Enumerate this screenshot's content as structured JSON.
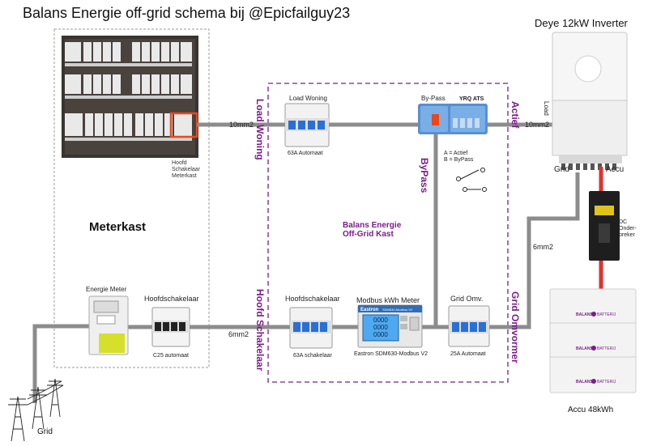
{
  "title": "Balans Energie off-grid schema bij @Epicfailguy23",
  "meterkast": {
    "label": "Meterkast",
    "main_switch_label": [
      "Hoofd",
      "Schakelaar",
      "Meterkast"
    ],
    "energy_meter_label": "Energie Meter",
    "hoofdschakelaar_label": "Hoofdschakelaar",
    "c25_label": "C25 automaat"
  },
  "cables": {
    "top": "10mm2",
    "bottom": "6mm2",
    "inverter_in": "10mm2",
    "grid_to_inverter": "6mm2"
  },
  "box": {
    "title_lines": [
      "Balans Energie",
      "Off-Grid Kast"
    ],
    "side_top_left": "Load Woning",
    "side_bottom_left": "Hoofd Schakelaar",
    "side_top_right": "Actief",
    "side_bottom_right": "Grid Omvormer",
    "bypass_vertical": "ByPass",
    "load_woning_label": "Load Woning",
    "automaat_63a": "63A  Automaat",
    "bypass_label": "By-Pass",
    "yrq_label": "YRQ ATS",
    "ats_a": "A = Actief",
    "ats_b": "B = ByPass",
    "hoofdschakelaar_label": "Hoofdschakelaar",
    "schakelaar_63a": "63A schakelaar",
    "modbus_label": "Modbus kWh Meter",
    "meter_brand": "Eastron",
    "meter_sub": "SDM630-Modbus V2",
    "meter_digits": [
      "0000",
      "0000",
      "0000"
    ],
    "eastron_label": "Eastron SDM630-Modbus V2",
    "grid_omv_label": "Grid Omv.",
    "automaat_25a": "25A Automaat"
  },
  "inverter": {
    "title": "Deye 12kW Inverter",
    "load_port": "Load",
    "grid_port": "Grid",
    "accu_port": "Accu"
  },
  "dc_breaker": {
    "label_lines": [
      "DC",
      "Onder-",
      "breker"
    ]
  },
  "battery": {
    "module_brand": "BALANS",
    "module_sub": "BATTERIJ",
    "label": "Accu 48kWh"
  },
  "grid": {
    "label": "Grid"
  },
  "colors": {
    "cable": "#8c8c8c",
    "dashed_box": "#7a1d8a",
    "accent_purple": "#7a1d8a",
    "main_switch_highlight": "#e8481c",
    "dc_cable": "#e0322c",
    "meterkast_border": "#9b9b9b"
  }
}
